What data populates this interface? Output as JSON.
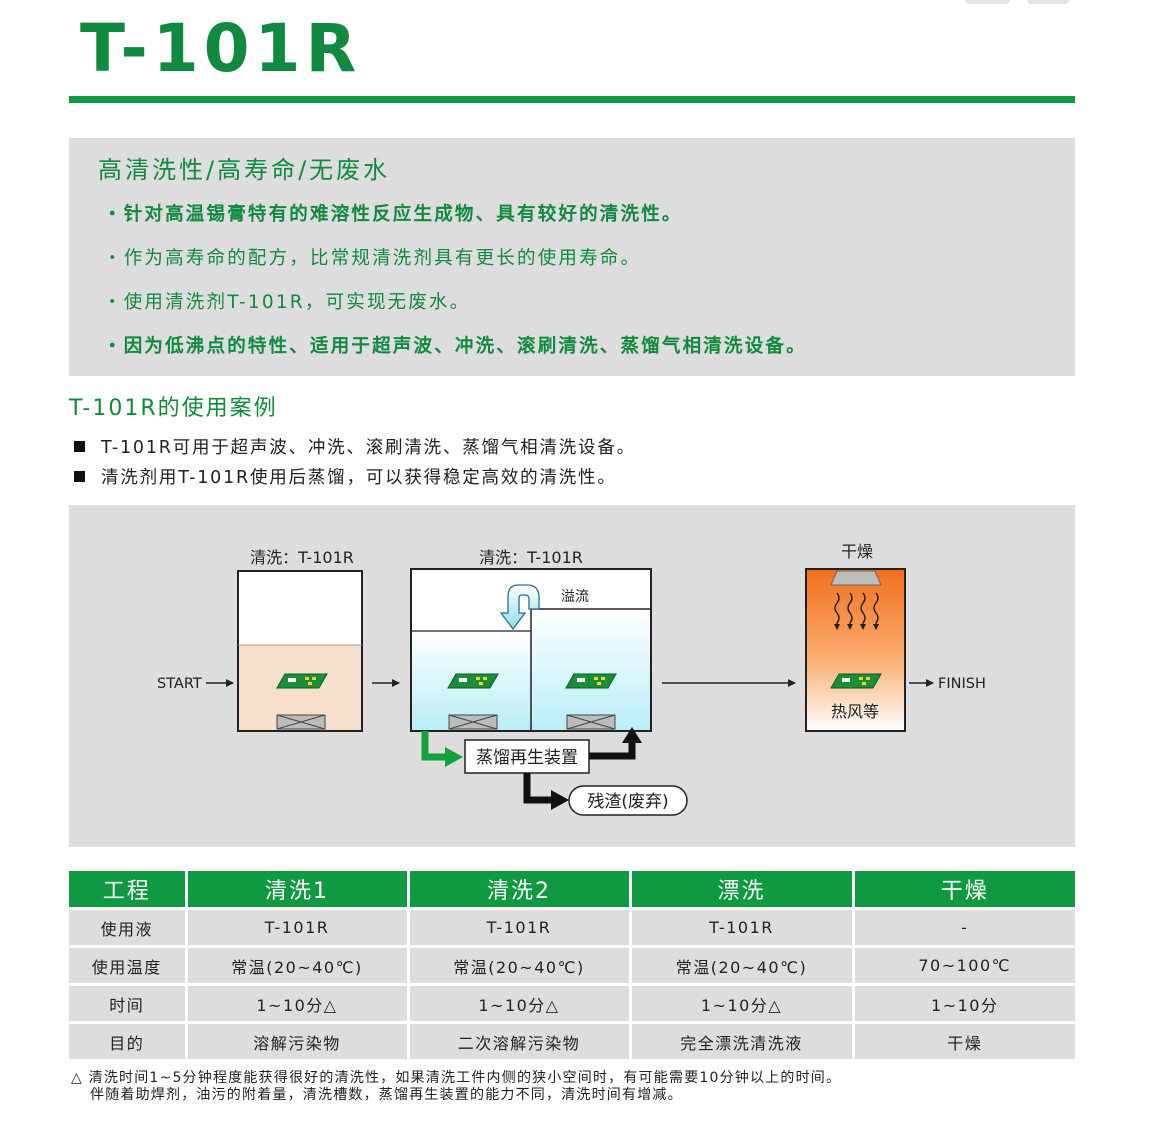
{
  "title": "T-101R",
  "features": {
    "heading": "高清洗性/高寿命/无废水",
    "items": [
      "・针对高温锡膏特有的难溶性反应生成物、具有较好的清洗性。",
      "・作为高寿命的配方，比常规清洗剂具有更长的使用寿命。",
      "・使用清洗剂T-101R，可实现无废水。",
      "・因为低沸点的特性、适用于超声波、冲洗、滚刷清洗、蒸馏气相清洗设备。"
    ]
  },
  "usage": {
    "heading": "T-101R的使用案例",
    "items": [
      "T-101R可用于超声波、冲洗、滚刷清洗、蒸馏气相清洗设备。",
      "清洗剂用T-101R使用后蒸馏，可以获得稳定高效的清洗性。"
    ]
  },
  "diagram": {
    "tank1_label": "清洗：T-101R",
    "tank2_label": "清洗：T-101R",
    "overflow_label": "溢流",
    "dryer_label": "干燥",
    "dryer_sub_label": "热风等",
    "start_label": "START",
    "finish_label": "FINISH",
    "regen_label": "蒸馏再生装置",
    "residue_label": "残渣(废弃)",
    "colors": {
      "green_arrow": "#14a03c",
      "tank1_liquid": "#f6e0cc",
      "tank2_liquid": "#c9f2f7",
      "dryer_top": "#f26f1d",
      "dryer_bottom": "#ffffff",
      "board": "#1b8e38"
    }
  },
  "table": {
    "headers": [
      "工程",
      "清洗1",
      "清洗2",
      "漂洗",
      "干燥"
    ],
    "rows": [
      [
        "使用液",
        "T-101R",
        "T-101R",
        "T-101R",
        "-"
      ],
      [
        "使用温度",
        "常温(20~40℃)",
        "常温(20~40℃)",
        "常温(20~40℃)",
        "70~100℃"
      ],
      [
        "时间",
        "1~10分△",
        "1~10分△",
        "1~10分△",
        "1~10分"
      ],
      [
        "目的",
        "溶解污染物",
        "二次溶解污染物",
        "完全漂洗清洗液",
        "干燥"
      ]
    ]
  },
  "footnote": {
    "line1": "△ 清洗时间1~5分钟程度能获得很好的清洗性，如果清洗工件内侧的狭小空间时，有可能需要10分钟以上的时间。",
    "line2": "伴随着助焊剂，油污的附着量，清洗槽数，蒸馏再生装置的能力不同，清洗时间有增减。"
  },
  "colors": {
    "brand_green": "#0f9a42",
    "panel_gray": "#dddddd"
  }
}
